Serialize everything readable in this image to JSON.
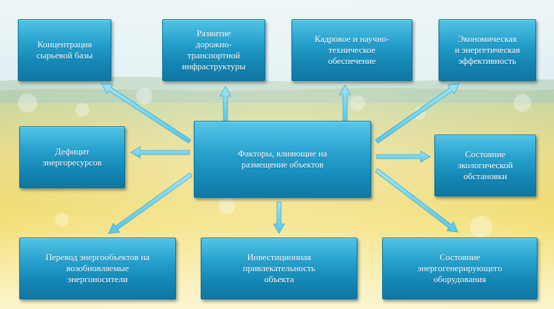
{
  "diagram": {
    "center": {
      "label": "Факторы, влияющие на\nразмещение объектов"
    },
    "nodes": {
      "raw_material": {
        "label": "Концентрация\nсырьевой базы"
      },
      "road_infra": {
        "label": "Развитие\nдорожно-\nтранспортной\nинфраструктуры"
      },
      "personnel": {
        "label": "Кадровое и научно-\nтехническое\nобеспечение"
      },
      "efficiency": {
        "label": "Экономическая\nи энергетическая\nэффективность"
      },
      "energy_deficit": {
        "label": "Дефицит\nэнергоресурсов"
      },
      "ecology": {
        "label": "Состояние\nэкологической\nобстановки"
      },
      "renewables": {
        "label": "Перевод энергообъектов на\nвозобновляемые\nэнергоносители"
      },
      "investment": {
        "label": "Инвестиционная\nпривлекательность\nобъекта"
      },
      "equipment": {
        "label": "Состояние\nэнергогенерирующего\nоборудования"
      }
    },
    "edges": [
      {
        "from": "center",
        "to": "raw_material"
      },
      {
        "from": "center",
        "to": "road_infra"
      },
      {
        "from": "center",
        "to": "personnel"
      },
      {
        "from": "center",
        "to": "efficiency"
      },
      {
        "from": "center",
        "to": "energy_deficit"
      },
      {
        "from": "center",
        "to": "ecology"
      },
      {
        "from": "center",
        "to": "renewables"
      },
      {
        "from": "center",
        "to": "investment"
      },
      {
        "from": "center",
        "to": "equipment"
      }
    ],
    "colors": {
      "box_fill": "#1f94c2",
      "box_border": "#0c6f8e",
      "arrow": "#5cc7e6",
      "sky": "#cfe6ee",
      "field": "#f1dd6a"
    }
  }
}
